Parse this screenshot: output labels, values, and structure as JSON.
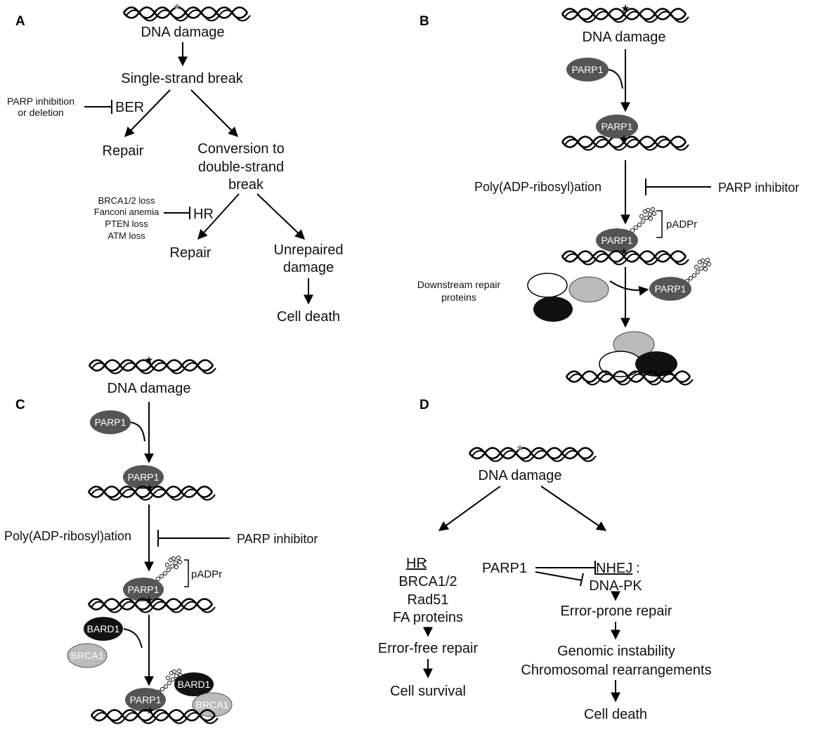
{
  "panels": {
    "A": {
      "letter": "A",
      "dna_damage": "DNA damage",
      "single_strand_break": "Single-strand break",
      "parp_inhibition_1": "PARP inhibition",
      "parp_inhibition_2": "or deletion",
      "ber": "BER",
      "repair_1": "Repair",
      "conversion_1": "Conversion to",
      "conversion_2": "double-strand",
      "conversion_3": "break",
      "brca_loss": "BRCA1/2 loss",
      "fanconi": "Fanconi anemia",
      "pten_loss": "PTEN loss",
      "atm_loss": "ATM loss",
      "hr": "HR",
      "repair_2": "Repair",
      "unrepaired_1": "Unrepaired",
      "unrepaired_2": "damage",
      "cell_death": "Cell death"
    },
    "B": {
      "letter": "B",
      "dna_damage": "DNA damage",
      "parp1": "PARP1",
      "poly_adp": "Poly(ADP-ribosyl)ation",
      "parp_inhibitor": "PARP inhibitor",
      "padpr": "pADPr",
      "downstream_1": "Downstream repair",
      "downstream_2": "proteins"
    },
    "C": {
      "letter": "C",
      "dna_damage": "DNA damage",
      "parp1": "PARP1",
      "poly_adp": "Poly(ADP-ribosyl)ation",
      "parp_inhibitor": "PARP inhibitor",
      "padpr": "pADPr",
      "bard1": "BARD1",
      "brca1": "BRCA1"
    },
    "D": {
      "letter": "D",
      "dna_damage": "DNA damage",
      "hr_head": "HR",
      "colon": ":",
      "brca12": "BRCA1/2",
      "rad51": "Rad51",
      "fa_proteins": "FA proteins",
      "error_free": "Error-free repair",
      "cell_survival": "Cell survival",
      "parp1": "PARP1",
      "nhej_head": "NHEJ",
      "dna_pk": "DNA-PK",
      "error_prone": "Error-prone repair",
      "genomic": "Genomic instability",
      "chromosomal": "Chromosomal rearrangements",
      "cell_death": "Cell death"
    }
  },
  "colors": {
    "parp": "#555555",
    "light_grey": "#bbbbbb",
    "black": "#111111",
    "star_grey": "#888888"
  }
}
